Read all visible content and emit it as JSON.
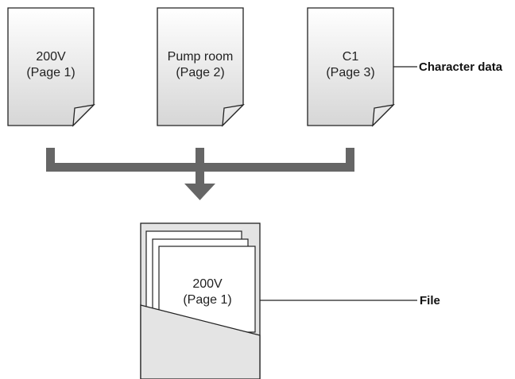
{
  "pages": [
    {
      "title": "200V",
      "subtitle": "(Page 1)"
    },
    {
      "title": "Pump room",
      "subtitle": "(Page 2)"
    },
    {
      "title": "C1",
      "subtitle": "(Page 3)"
    }
  ],
  "callouts": {
    "character_data": "Character data",
    "file": "File"
  },
  "file_front_page": {
    "title": "200V",
    "subtitle": "(Page 1)"
  },
  "colors": {
    "connector": "#666666",
    "page_fill_top": "#ffffff",
    "page_fill_bottom": "#d8d8d8",
    "folder_fill": "#e4e4e4",
    "stroke": "#222222"
  }
}
